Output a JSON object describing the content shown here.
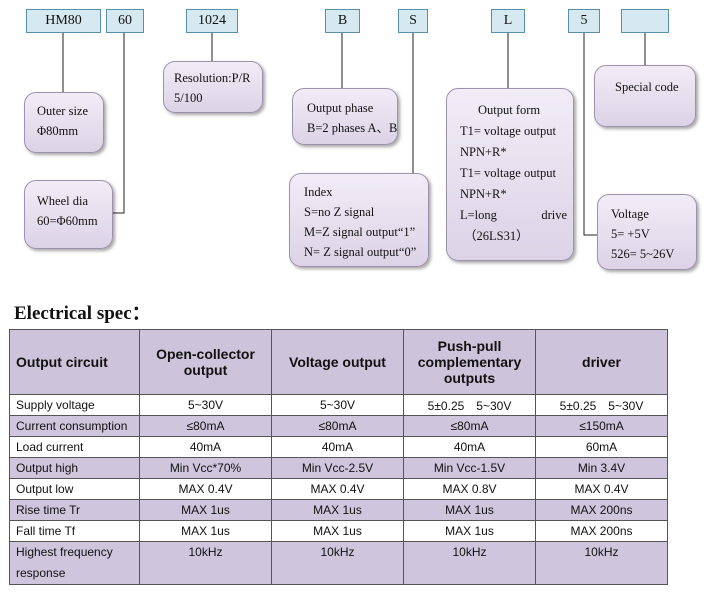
{
  "codes": [
    "HM80",
    "60",
    "1024",
    "B",
    "S",
    "L",
    "5",
    ""
  ],
  "outer_size": {
    "title": "Outer size",
    "value": "Φ80mm"
  },
  "wheel_dia": {
    "title": "Wheel dia",
    "value": "60=Φ60mm"
  },
  "resolution": {
    "line1": "Resolution:P/R",
    "line2": "5/100"
  },
  "output_phase": {
    "title": "Output phase",
    "value": "B=2 phases A、B"
  },
  "index": {
    "title": "Index",
    "lines": [
      "S=no Z signal",
      "M=Z signal output“1”",
      "N= Z signal output“0”"
    ]
  },
  "output_form": {
    "title": "Output form",
    "lines": [
      "T1= voltage output",
      "NPN+R*",
      "T1= voltage output",
      "NPN+R*"
    ],
    "long_label": "L=long",
    "long_value": "drive",
    "last": "（26LS31）"
  },
  "voltage": {
    "title": "Voltage",
    "lines": [
      "5= +5V",
      "526= 5~26V"
    ]
  },
  "special": {
    "title": "Special code"
  },
  "spec_title": "Electrical spec：",
  "table": {
    "headers": [
      "Output circuit",
      "Open-collector output",
      "Voltage output",
      "Push-pull complementary outputs",
      "driver"
    ],
    "rows": [
      [
        "Supply voltage",
        "5~30V",
        "5~30V",
        "5±0.25　5~30V",
        "5±0.25　5~30V"
      ],
      [
        "Current consumption",
        "≤80mA",
        "≤80mA",
        "≤80mA",
        "≤150mA"
      ],
      [
        "Load current",
        "40mA",
        "40mA",
        "40mA",
        "60mA"
      ],
      [
        "Output high",
        "Min Vcc*70%",
        "Min Vcc-2.5V",
        "Min Vcc-1.5V",
        "Min 3.4V"
      ],
      [
        "Output low",
        "MAX 0.4V",
        "MAX 0.4V",
        "MAX 0.8V",
        "MAX 0.4V"
      ],
      [
        "Rise time Tr",
        "MAX 1us",
        "MAX 1us",
        "MAX 1us",
        "MAX 200ns"
      ],
      [
        "Fall time Tf",
        "MAX 1us",
        "MAX 1us",
        "MAX 1us",
        "MAX 200ns"
      ],
      [
        "Highest frequency response",
        "10kHz",
        "10kHz",
        "10kHz",
        "10kHz"
      ]
    ]
  }
}
